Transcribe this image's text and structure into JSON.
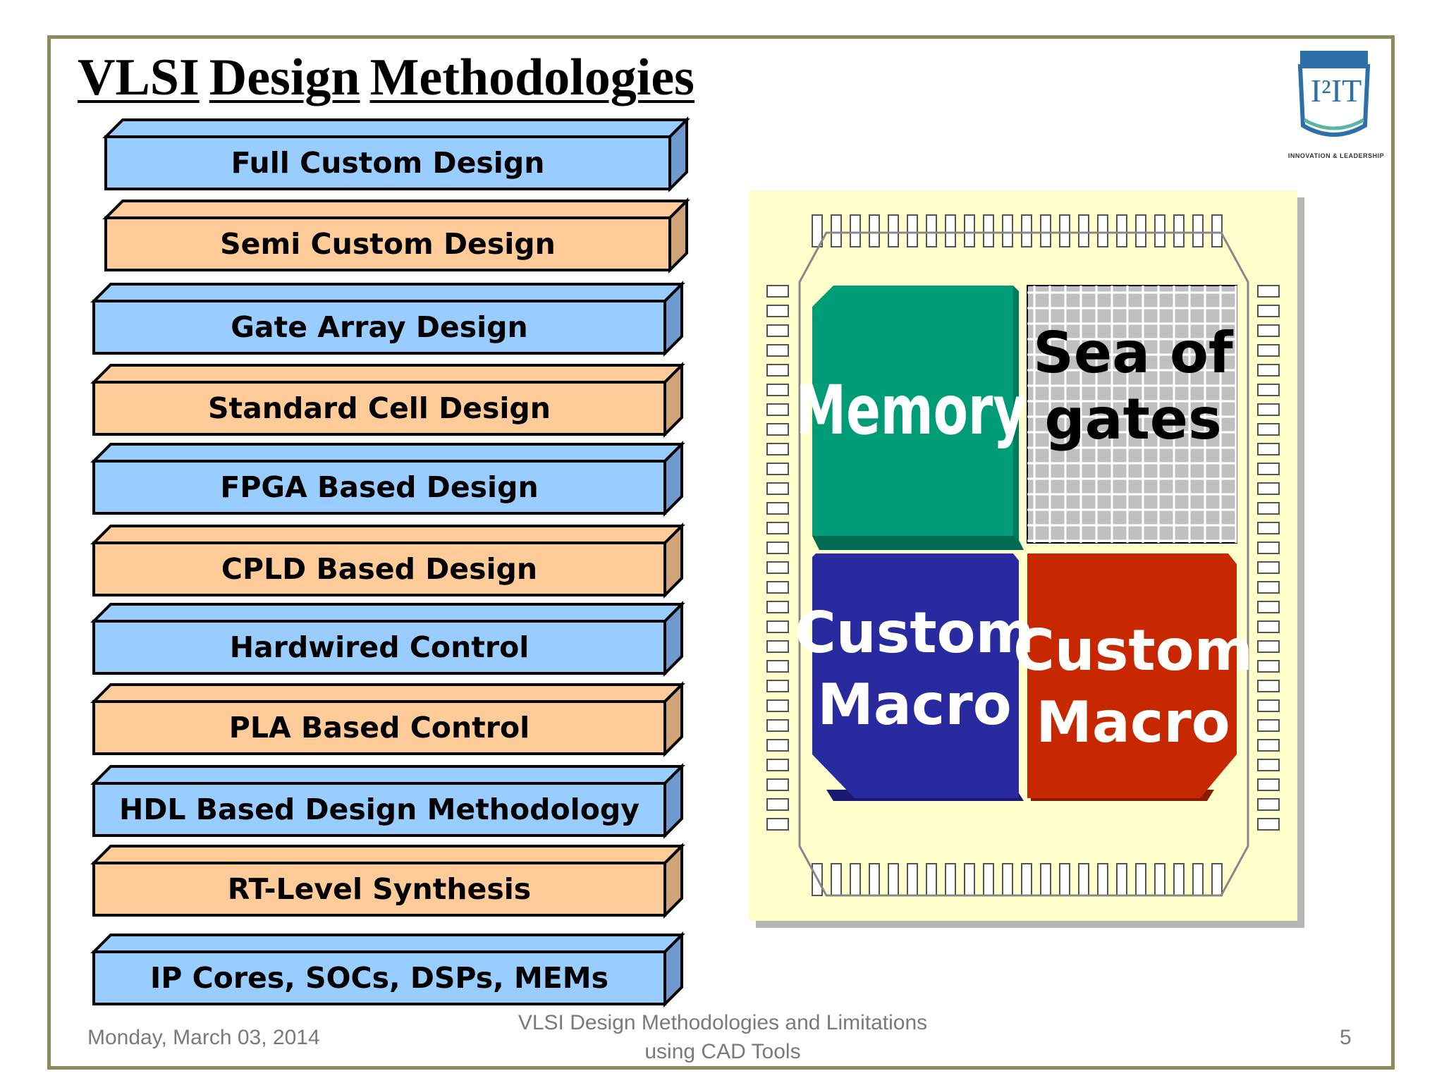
{
  "slide": {
    "title_words": [
      "VLSI",
      "Design",
      "Methodologies"
    ],
    "blocks": [
      {
        "label": "Full Custom Design",
        "color": "#99ccff"
      },
      {
        "label": "Semi Custom Design",
        "color": "#ffcc99"
      },
      {
        "label": "Gate Array Design",
        "color": "#99ccff"
      },
      {
        "label": "Standard Cell Design",
        "color": "#ffcc99"
      },
      {
        "label": "FPGA Based Design",
        "color": "#99ccff"
      },
      {
        "label": "CPLD Based Design",
        "color": "#ffcc99"
      },
      {
        "label": "Hardwired Control",
        "color": "#99ccff"
      },
      {
        "label": "PLA Based Control",
        "color": "#ffcc99"
      },
      {
        "label": "HDL Based Design Methodology",
        "color": "#99ccff"
      },
      {
        "label": "RT-Level Synthesis",
        "color": "#ffcc99"
      },
      {
        "label": "IP Cores, SOCs, DSPs, MEMs",
        "color": "#99ccff"
      }
    ],
    "chip": {
      "memory_label": "Memory",
      "sea_label_1": "Sea of",
      "sea_label_2": "gates",
      "macro_blue_1": "Custom",
      "macro_blue_2": "Macro",
      "macro_red_1": "Custom",
      "macro_red_2": "Macro",
      "memory_color": "#009b77",
      "macro_blue_color": "#2a2aa0",
      "macro_red_color": "#c82800",
      "background_color": "#ffffcc"
    },
    "logo": {
      "mark": "I²IT",
      "tagline": "INNOVATION & LEADERSHIP"
    },
    "footer": {
      "date": "Monday, March 03, 2014",
      "title_line1": "VLSI Design Methodologies and Limitations",
      "title_line2": "using CAD Tools",
      "page": "5"
    }
  }
}
